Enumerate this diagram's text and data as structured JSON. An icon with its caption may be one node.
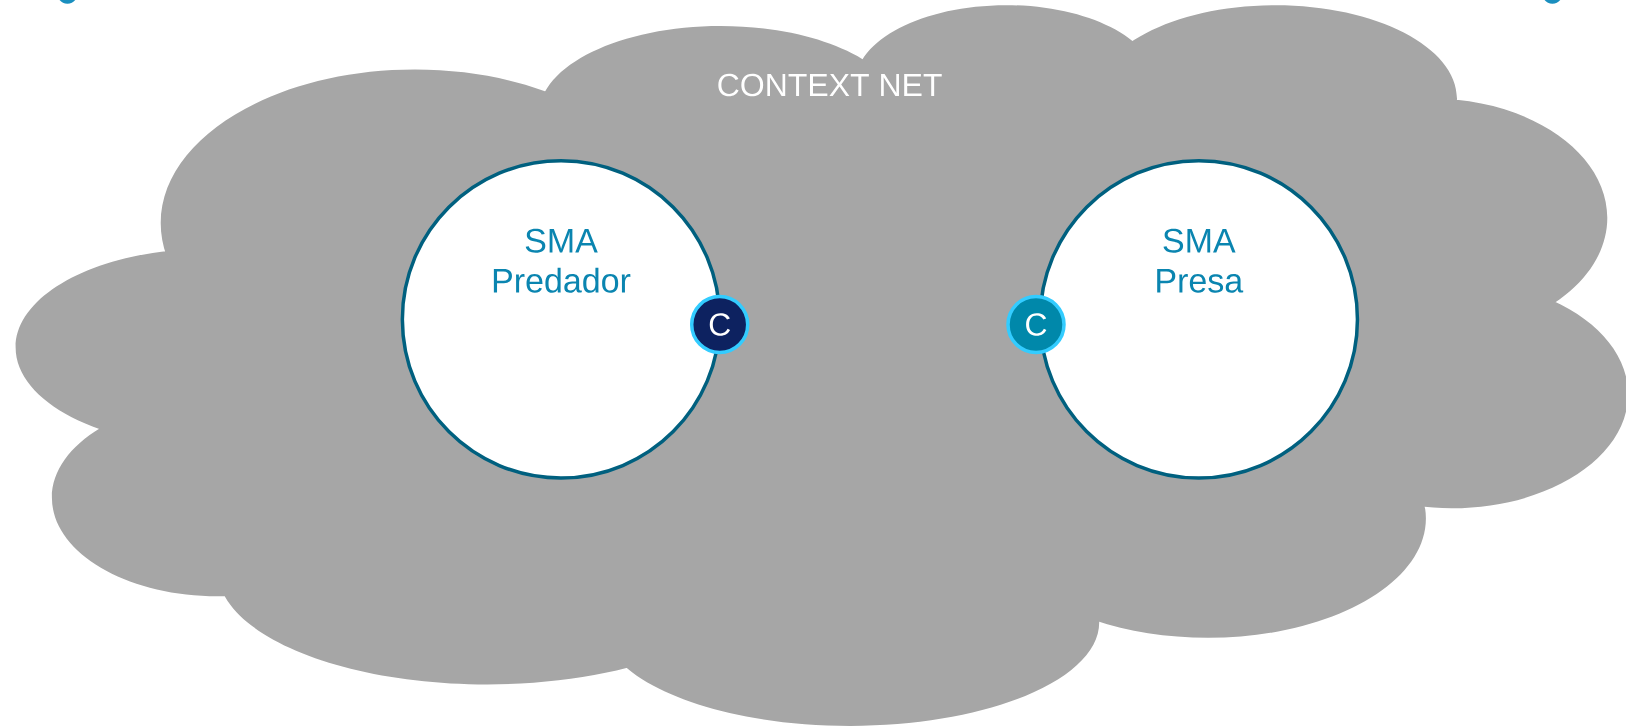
{
  "diagram": {
    "nodes": [
      {
        "text": [
          "CONTEXT NET"
        ]
      },
      {
        "text": [
          "SMA Predador"
        ],
        "in": 0
      },
      {
        "text": [
          "SMA Presa"
        ],
        "in": 0
      },
      {
        "text": [
          "C"
        ],
        "in": 0
      },
      {
        "text": [
          "C"
        ],
        "in": 0
      }
    ]
  }
}
